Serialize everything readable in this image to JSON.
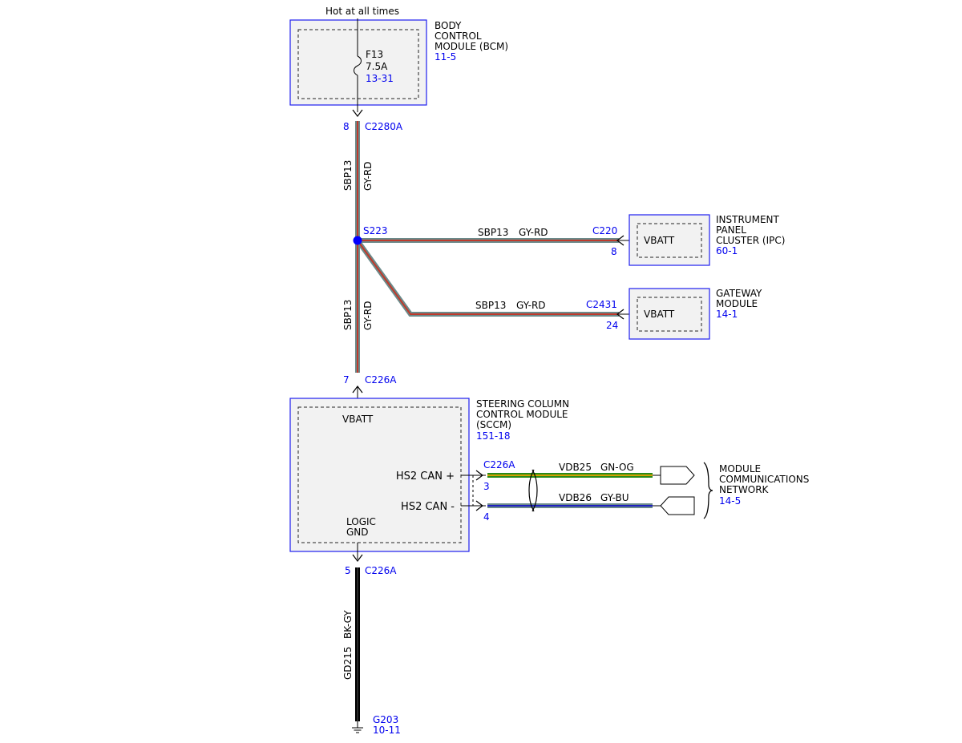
{
  "supply": {
    "label": "Hot at all times"
  },
  "bcm": {
    "name_lines": [
      "BODY",
      "CONTROL",
      "MODULE (BCM)"
    ],
    "ref": "11-5",
    "fuse": {
      "id": "F13",
      "rating": "7.5A",
      "ref": "13-31"
    }
  },
  "bcm_output": {
    "pin": "8",
    "connector": "C2280A"
  },
  "wire_upper": {
    "circuit": "SBP13",
    "color": "GY-RD"
  },
  "splice": {
    "id": "S223"
  },
  "ipc": {
    "name_lines": [
      "INSTRUMENT",
      "PANEL",
      "CLUSTER (IPC)"
    ],
    "ref": "60-1",
    "connector": "C220",
    "pin": "8",
    "pin_label": "VBATT",
    "wire_circuit": "SBP13",
    "wire_color": "GY-RD"
  },
  "gateway": {
    "name_lines": [
      "GATEWAY",
      "MODULE"
    ],
    "ref": "14-1",
    "connector": "C2431",
    "pin": "24",
    "pin_label": "VBATT",
    "wire_circuit": "SBP13",
    "wire_color": "GY-RD"
  },
  "wire_lower": {
    "circuit": "SBP13",
    "color": "GY-RD"
  },
  "sccm_input": {
    "pin": "7",
    "connector": "C226A"
  },
  "sccm": {
    "name_lines": [
      "STEERING COLUMN",
      "CONTROL MODULE",
      "(SCCM)"
    ],
    "ref": "151-18",
    "vbatt_label": "VBATT",
    "can_high_label": "HS2 CAN +",
    "can_low_label": "HS2 CAN -",
    "logic_label": "LOGIC",
    "gnd_label": "GND"
  },
  "can_bus": {
    "connector": "C226A",
    "high": {
      "pin": "3",
      "circuit": "VDB25",
      "color": "GN-OG"
    },
    "low": {
      "pin": "4",
      "circuit": "VDB26",
      "color": "GY-BU"
    }
  },
  "network": {
    "name_lines": [
      "MODULE",
      "COMMUNICATIONS",
      "NETWORK"
    ],
    "ref": "14-5"
  },
  "ground_output": {
    "pin": "5",
    "connector": "C226A"
  },
  "ground_wire": {
    "circuit": "GD215",
    "color": "BK-GY"
  },
  "ground": {
    "id": "G203",
    "ref": "10-11"
  },
  "colors": {
    "module_border": "#1e1ef0",
    "reference_text": "#0000ee",
    "wire_red": "#c0392b",
    "wire_gray": "#6b8a8a",
    "wire_green": "#2a8a1a",
    "wire_orange": "#d2a000",
    "wire_blue": "#2020c0",
    "wire_black": "#000000",
    "splice_dot": "#0000ff"
  }
}
